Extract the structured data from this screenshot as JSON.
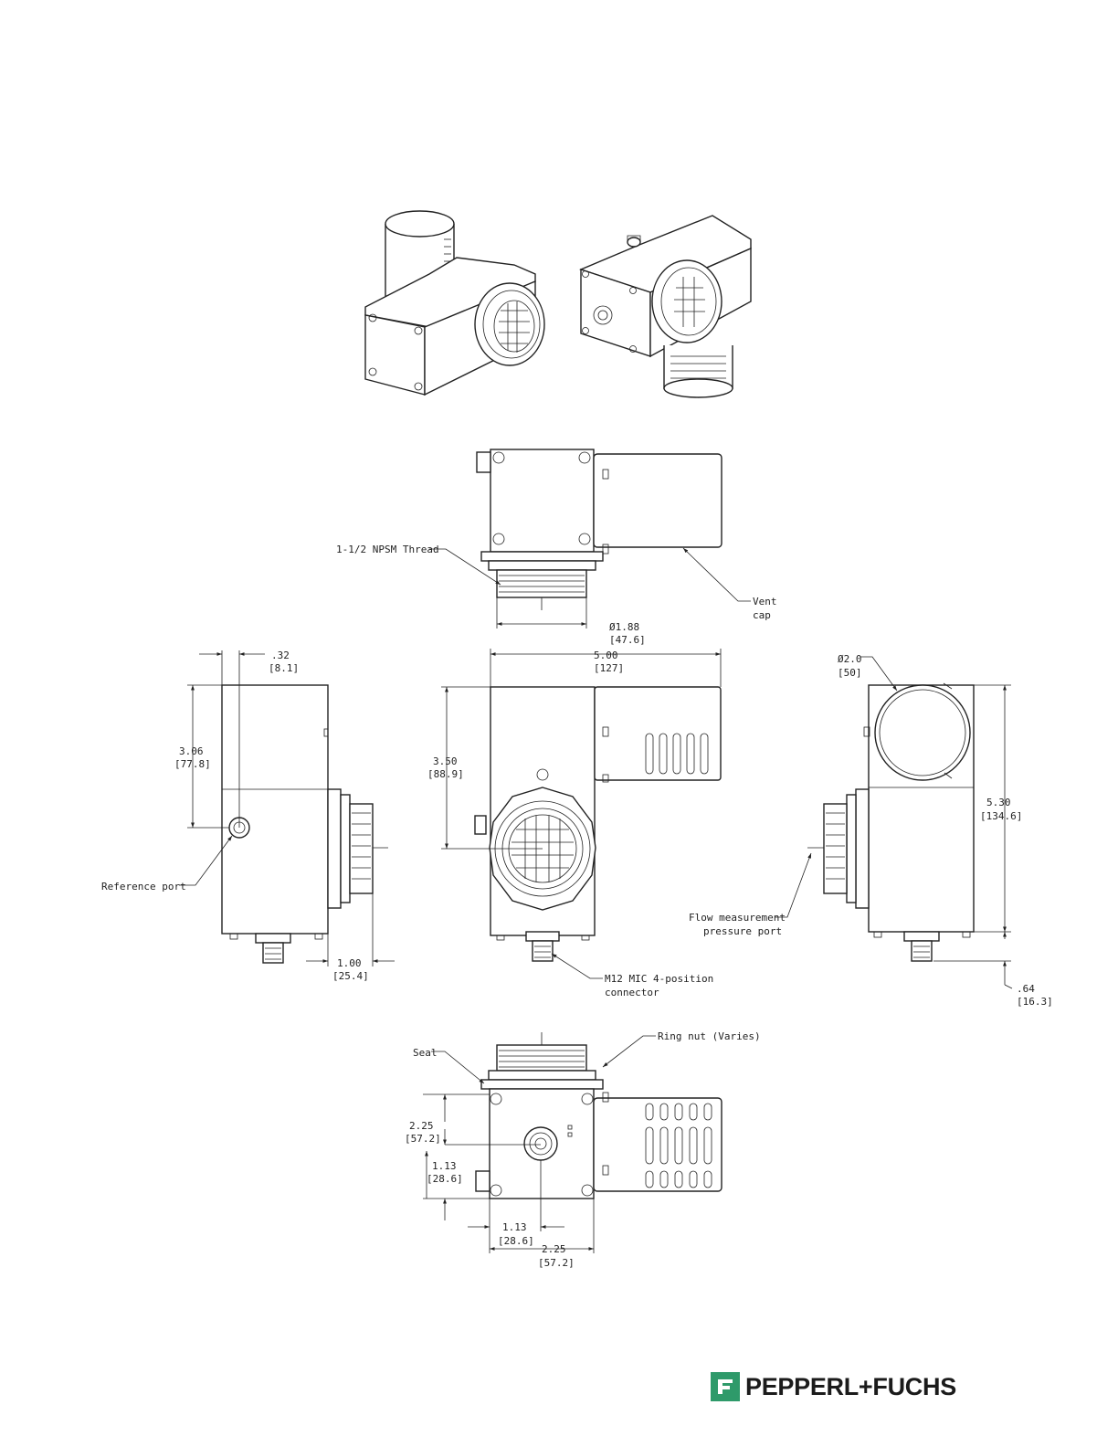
{
  "annotations": {
    "thread": "1-1/2 NPSM Thread",
    "vent_cap_1": "Vent",
    "vent_cap_2": "cap",
    "reference_port": "Reference port",
    "flow_port_1": "Flow measurement",
    "flow_port_2": "pressure port",
    "connector_1": "M12 MIC 4-position",
    "connector_2": "connector",
    "seal": "Seal",
    "ring_nut": "Ring nut (Varies)"
  },
  "dimensions": {
    "dia_188": "Ø1.88",
    "dia_188_mm": "[47.6]",
    "d_032": ".32",
    "d_032_mm": "[8.1]",
    "d_306": "3.06",
    "d_306_mm": "[77.8]",
    "d_500": "5.00",
    "d_500_mm": "[127]",
    "d_350": "3.50",
    "d_350_mm": "[88.9]",
    "dia_20": "Ø2.0",
    "dia_20_mm": "[50]",
    "d_530": "5.30",
    "d_530_mm": "[134.6]",
    "d_100": "1.00",
    "d_100_mm": "[25.4]",
    "d_064": ".64",
    "d_064_mm": "[16.3]",
    "d_225_v": "2.25",
    "d_225_v_mm": "[57.2]",
    "d_113_v": "1.13",
    "d_113_v_mm": "[28.6]",
    "d_113_h": "1.13",
    "d_113_h_mm": "[28.6]",
    "d_225_h": "2.25",
    "d_225_h_mm": "[57.2]"
  },
  "brand": {
    "name": "PEPPERL+FUCHS",
    "color": "#2e9a6a"
  }
}
